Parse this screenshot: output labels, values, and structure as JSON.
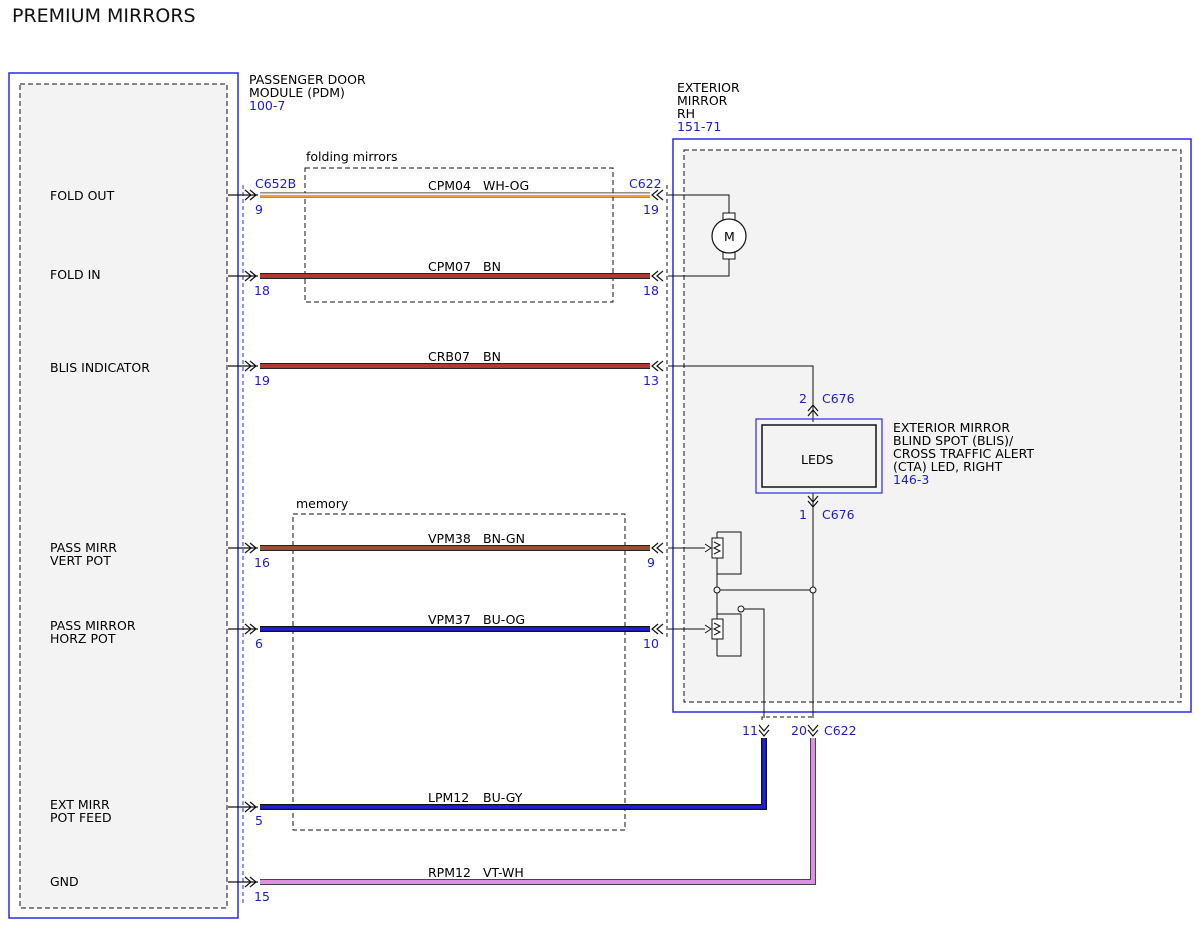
{
  "title": "PREMIUM MIRRORS",
  "colors": {
    "module_border": "#2a2ae0",
    "blue_text": "#1a1ad0",
    "module_fill": "#f3f3f3"
  },
  "pdm": {
    "name_line1": "PASSENGER DOOR",
    "name_line2": "MODULE (PDM)",
    "ref": "100-7",
    "pins": [
      {
        "label1": "FOLD OUT",
        "label2": ""
      },
      {
        "label1": "FOLD IN",
        "label2": ""
      },
      {
        "label1": "BLIS INDICATOR",
        "label2": ""
      },
      {
        "label1": "PASS MIRR",
        "label2": "VERT POT"
      },
      {
        "label1": "PASS MIRROR",
        "label2": "HORZ POT"
      },
      {
        "label1": "EXT MIRR",
        "label2": "POT FEED"
      },
      {
        "label1": "GND",
        "label2": ""
      }
    ]
  },
  "connectors": {
    "pdm": "C652B",
    "mirror": "C622",
    "leds": "C676"
  },
  "groups": {
    "folding": "folding mirrors",
    "memory": "memory"
  },
  "mirror": {
    "line1": "EXTERIOR",
    "line2": "MIRROR",
    "line3": "RH",
    "ref": "151-71",
    "motor": "M"
  },
  "leds": {
    "label": "LEDS",
    "desc1": "EXTERIOR MIRROR",
    "desc2": "BLIND SPOT (BLIS)/",
    "desc3": "CROSS TRAFFIC ALERT",
    "desc4": "(CTA) LED, RIGHT",
    "ref": "146-3",
    "pin_top": "2",
    "pin_bottom": "1"
  },
  "wires": [
    {
      "circuit": "CPM04",
      "color": "WH-OG",
      "pin_left": "9",
      "pin_right": "19"
    },
    {
      "circuit": "CPM07",
      "color": "BN",
      "pin_left": "18",
      "pin_right": "18"
    },
    {
      "circuit": "CRB07",
      "color": "BN",
      "pin_left": "19",
      "pin_right": "13"
    },
    {
      "circuit": "VPM38",
      "color": "BN-GN",
      "pin_left": "16",
      "pin_right": "9"
    },
    {
      "circuit": "VPM37",
      "color": "BU-OG",
      "pin_left": "6",
      "pin_right": "10"
    },
    {
      "circuit": "LPM12",
      "color": "BU-GY",
      "pin_left": "5",
      "pin_right": "11"
    },
    {
      "circuit": "RPM12",
      "color": "VT-WH",
      "pin_left": "15",
      "pin_right": "20"
    }
  ]
}
